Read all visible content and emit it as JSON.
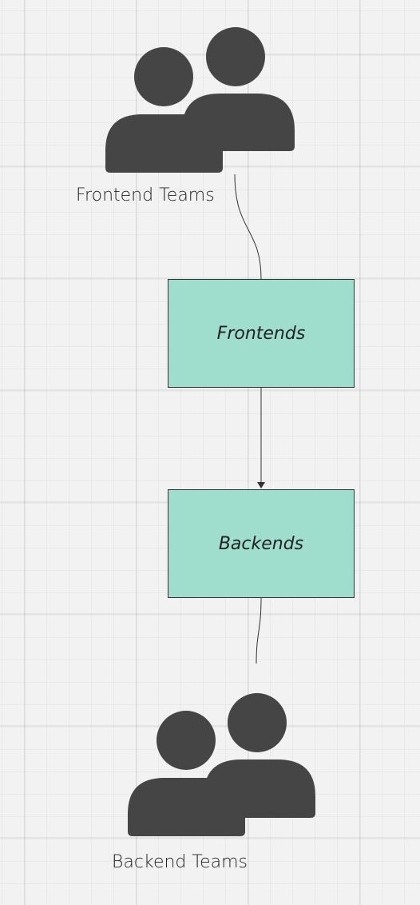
{
  "diagram": {
    "nodes": {
      "frontends": {
        "label": "Frontends"
      },
      "backends": {
        "label": "Backends"
      }
    },
    "actors": {
      "frontend_teams": {
        "label": "Frontend Teams",
        "icon": "people-icon"
      },
      "backend_teams": {
        "label": "Backend Teams",
        "icon": "people-icon"
      }
    },
    "edges": [
      {
        "from": "frontend_teams",
        "to": "frontends",
        "arrow": false
      },
      {
        "from": "frontends",
        "to": "backends",
        "arrow": true
      },
      {
        "from": "backends",
        "to": "backend_teams",
        "arrow": false
      }
    ]
  },
  "colors": {
    "node_fill": "#9fdecd",
    "node_border": "#333333",
    "icon": "#454545",
    "edge": "#333333",
    "text": "#222222"
  }
}
